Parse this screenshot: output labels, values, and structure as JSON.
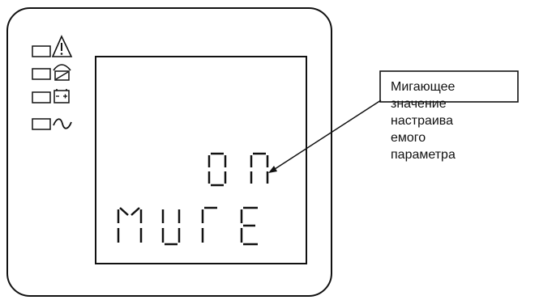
{
  "device": {
    "indicators": [
      {
        "icon": "warning-triangle-icon"
      },
      {
        "icon": "bypass-arc-icon"
      },
      {
        "icon": "battery-icon"
      },
      {
        "icon": "ac-wave-icon"
      }
    ],
    "display": {
      "line1": "0П",
      "line2": "МИГЕ"
    }
  },
  "callout": {
    "lines": [
      "Мигающее",
      "значение",
      "настраива",
      "емого",
      "параметра"
    ]
  }
}
